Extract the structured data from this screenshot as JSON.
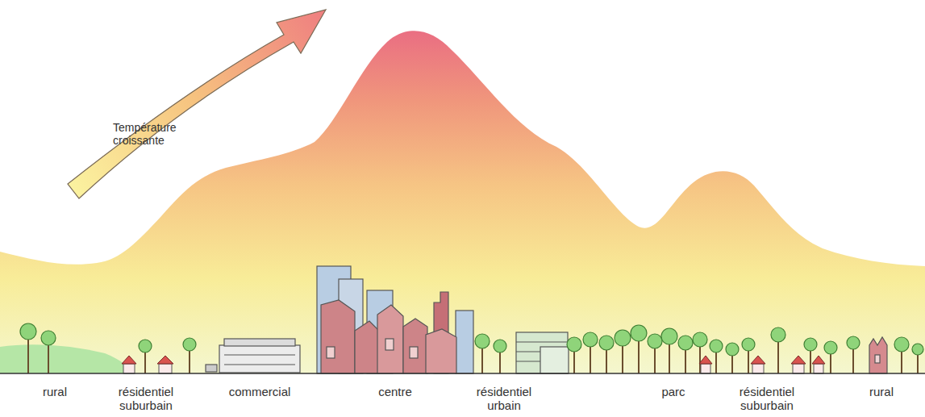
{
  "diagram": {
    "labels": [
      "Température croissante",
      "rural",
      "résidentiel suburbain",
      "commercial",
      "centre",
      "résidentiel urbain",
      "parc",
      "résidentiel suburbain",
      "rural"
    ]
  }
}
